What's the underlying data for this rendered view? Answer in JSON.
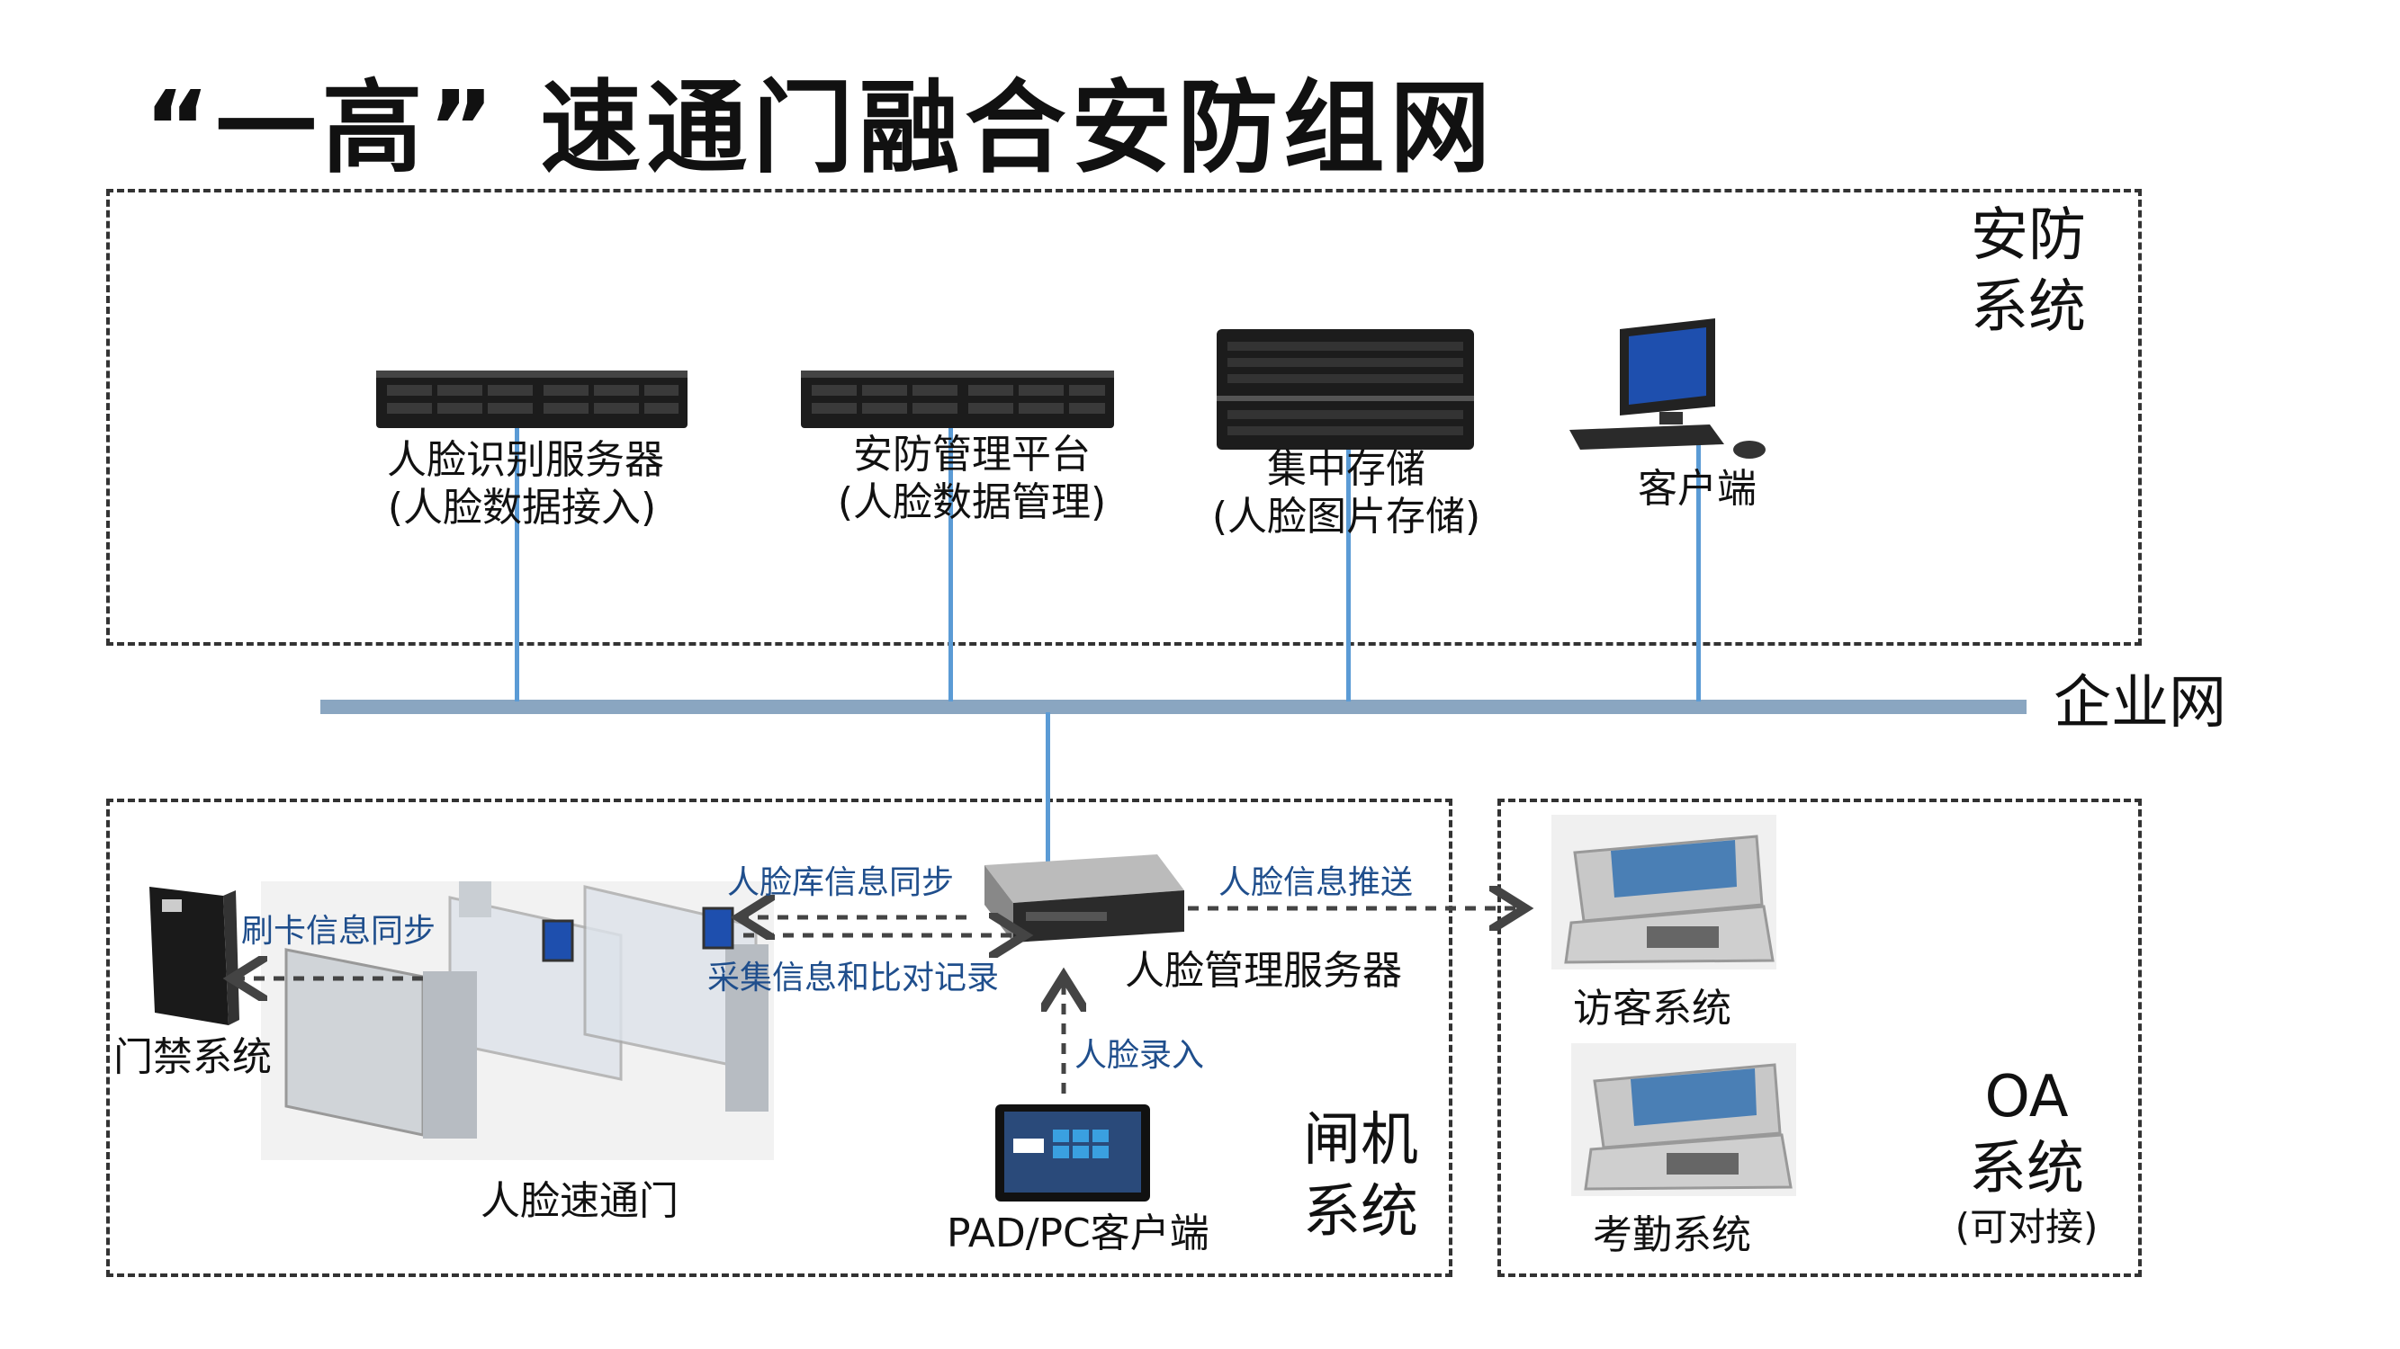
{
  "title": "“一高”  速通门融合安防组网",
  "zones": {
    "security": [
      "安防",
      "系统"
    ],
    "gate": [
      "闸机",
      "系统"
    ],
    "oa": [
      "OA",
      "系统",
      "(可对接)"
    ]
  },
  "network": "企业网",
  "devices": {
    "face_server": [
      "人脸识别服务器",
      "(人脸数据接入)"
    ],
    "mgmt_platform": [
      "安防管理平台",
      "(人脸数据管理)"
    ],
    "storage": [
      "集中存储",
      "(人脸图片存储)"
    ],
    "client": "客户端",
    "face_mgmt_server": "人脸管理服务器",
    "access_control": "门禁系统",
    "speed_gate": "人脸速通门",
    "pad_client": "PAD/PC客户端",
    "visitor": "访客系统",
    "attendance": "考勤系统"
  },
  "flows": {
    "card_sync": "刷卡信息同步",
    "face_lib_sync": "人脸库信息同步",
    "collect_records": "采集信息和比对记录",
    "face_push": "人脸信息推送",
    "face_entry": "人脸录入"
  },
  "colors": {
    "network_bar": "#8aa6c1",
    "link_line": "#5b9bd5",
    "flow_text": "#1f4e8c",
    "server_body": "#1c1c1c",
    "panel_blue": "#4a7fb5"
  }
}
